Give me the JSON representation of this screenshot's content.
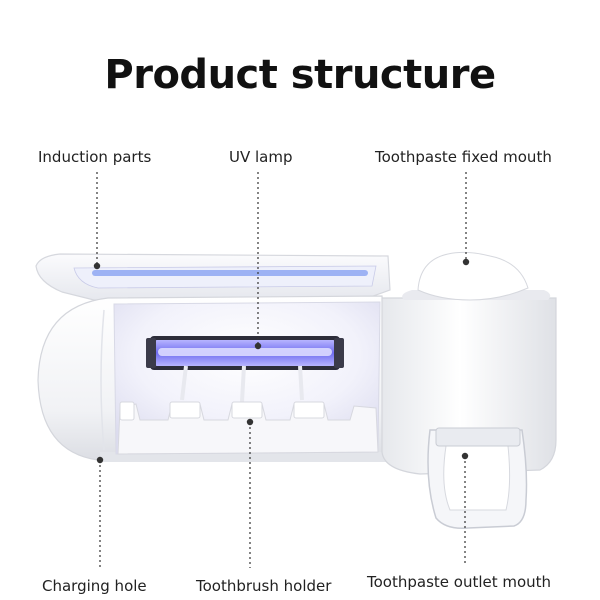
{
  "title": "Product structure",
  "labels": {
    "induction_parts": "Induction parts",
    "uv_lamp": "UV lamp",
    "toothpaste_fixed_mouth": "Toothpaste fixed mouth",
    "charging_hole": "Charging hole",
    "toothbrush_holder": "Toothbrush holder",
    "toothpaste_outlet_mouth": "Toothpaste outlet mouth"
  },
  "colors": {
    "uv_glow": "#6f6cf0",
    "body": "#f2f3f6",
    "shadow": "#d9dbe2",
    "leader": "#333333"
  }
}
